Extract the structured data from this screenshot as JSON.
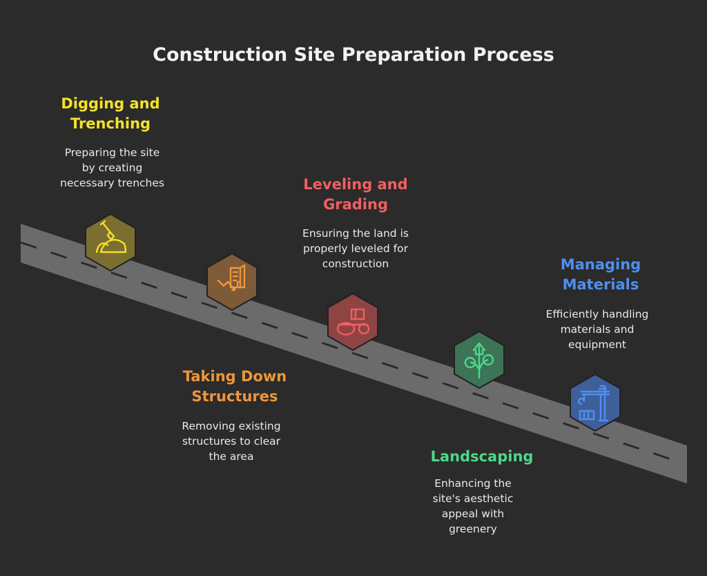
{
  "title": "Construction Site Preparation Process",
  "steps": [
    {
      "title": "Digging and\nTrenching",
      "desc": "Preparing the site\nby creating\nnecessary trenches",
      "icon": "shovel-icon",
      "color": "#f5e12a",
      "fill": "#7a6e30"
    },
    {
      "title": "Taking Down\nStructures",
      "desc": "Removing existing\nstructures to clear\nthe area",
      "icon": "demolition-icon",
      "color": "#f0963a",
      "fill": "#7d5a38"
    },
    {
      "title": "Leveling and\nGrading",
      "desc": "Ensuring the land is\nproperly leveled for\nconstruction",
      "icon": "road-roller-icon",
      "color": "#f06060",
      "fill": "#8f4444"
    },
    {
      "title": "Landscaping",
      "desc": "Enhancing the\nsite's aesthetic\nappeal with\ngreenery",
      "icon": "plant-icon",
      "color": "#4cd98a",
      "fill": "#3d7357"
    },
    {
      "title": "Managing\nMaterials",
      "desc": "Efficiently handling\nmaterials and\nequipment",
      "icon": "crane-icon",
      "color": "#4f8ff0",
      "fill": "#3f5f9a"
    }
  ]
}
